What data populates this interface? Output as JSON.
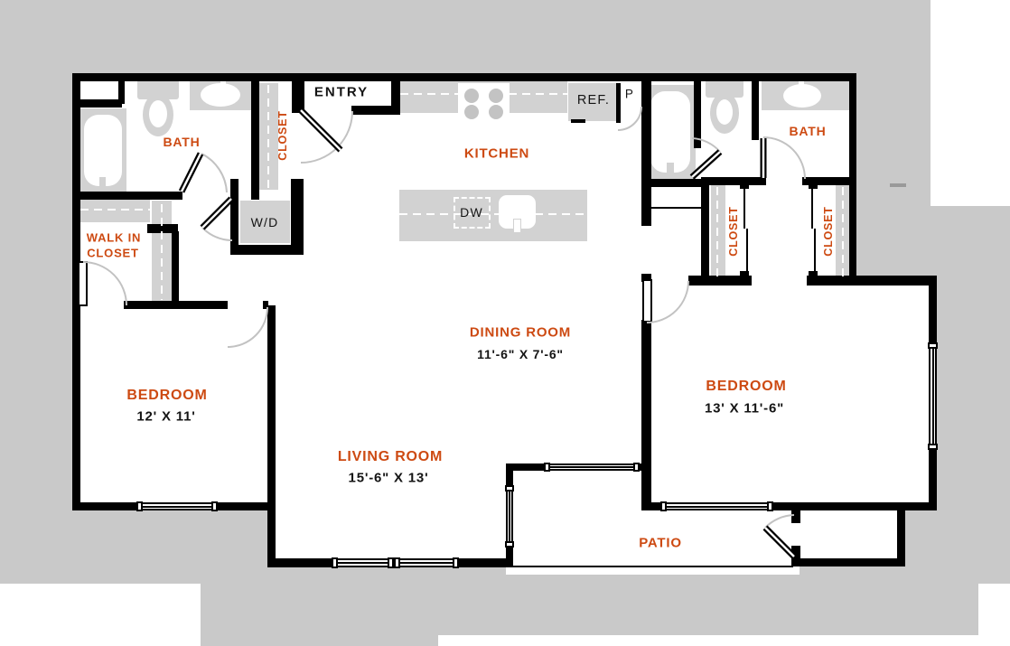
{
  "title": "Two bedroom apartment floor plan",
  "colors": {
    "accent": "#cd4a12",
    "wall": "#000000",
    "background": "#c9c9c9",
    "fixture_fill": "#d2d2d2",
    "text_dark": "#141414"
  },
  "rooms": {
    "bath_left": {
      "label": "BATH"
    },
    "entry": {
      "label": "ENTRY"
    },
    "entry_closet": {
      "label": "CLOSET"
    },
    "kitchen": {
      "label": "KITCHEN"
    },
    "walk_in_closet": {
      "line1": "WALK IN",
      "line2": "CLOSET"
    },
    "bedroom_left": {
      "label": "BEDROOM",
      "dimensions": "12' X 11'"
    },
    "dining_room": {
      "label": "DINING ROOM",
      "dimensions": "11'-6\" X 7'-6\""
    },
    "living_room": {
      "label": "LIVING ROOM",
      "dimensions": "15'-6\" X 13'"
    },
    "bedroom_right": {
      "label": "BEDROOM",
      "dimensions": "13' X 11'-6\""
    },
    "bath_right": {
      "label": "BATH"
    },
    "closet_right_1": {
      "label": "CLOSET"
    },
    "closet_right_2": {
      "label": "CLOSET"
    },
    "patio": {
      "label": "PATIO"
    }
  },
  "fixtures": {
    "washer_dryer": "W/D",
    "refrigerator": "REF.",
    "pantry": "P",
    "dishwasher": "DW"
  }
}
